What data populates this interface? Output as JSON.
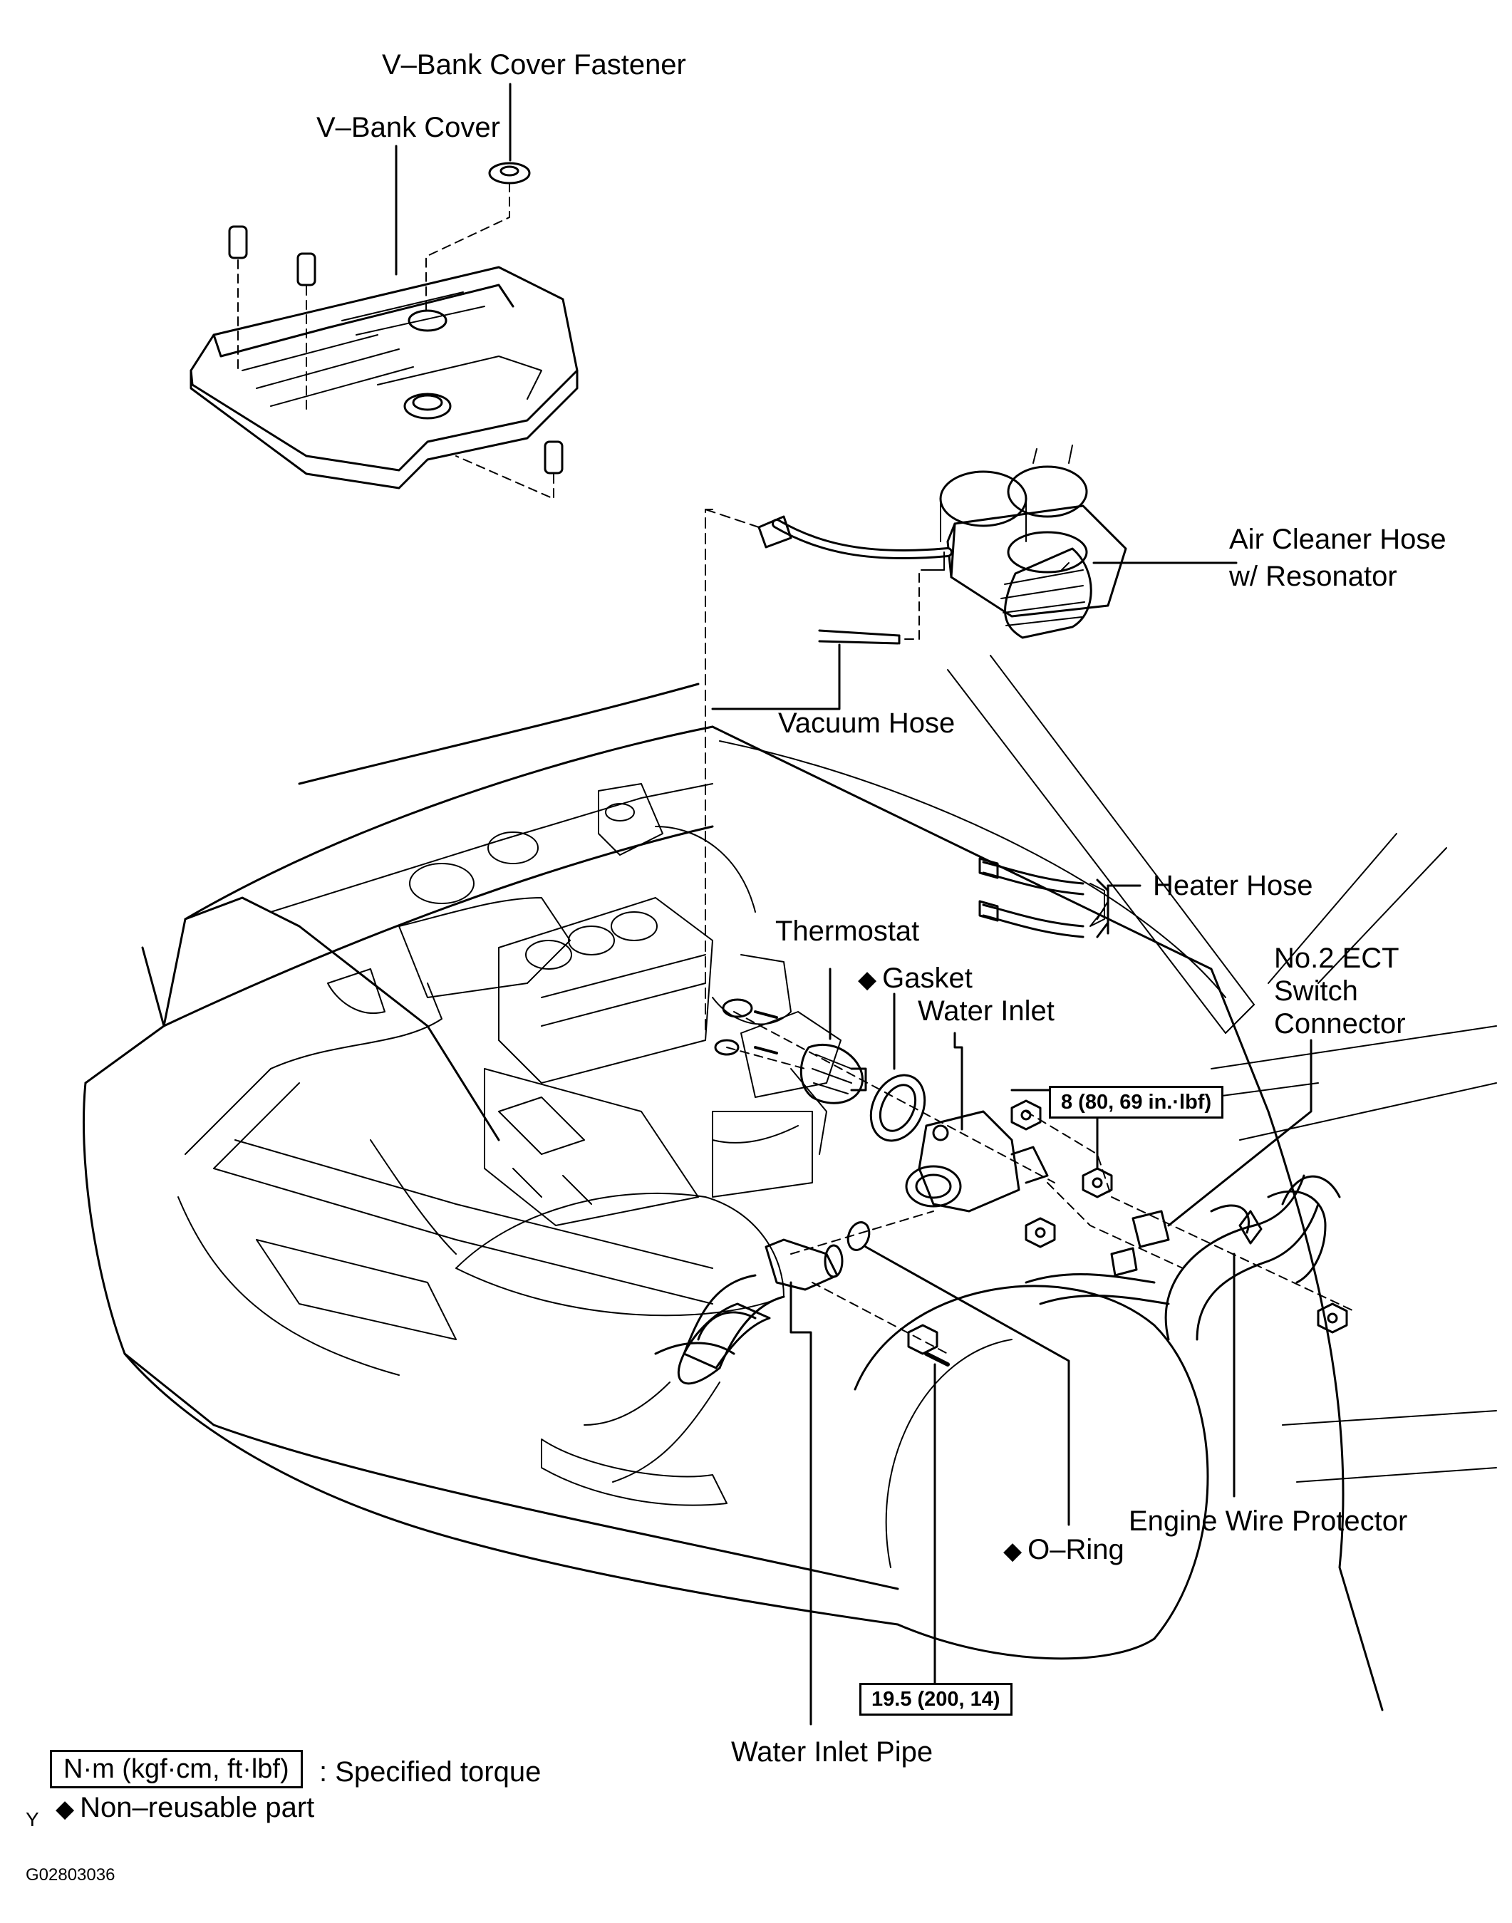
{
  "labels": {
    "vbank_fastener": "V–Bank Cover Fastener",
    "vbank_cover": "V–Bank Cover",
    "air_cleaner_1": "Air  Cleaner  Hose",
    "air_cleaner_2": "w/ Resonator",
    "vacuum_hose": "Vacuum Hose",
    "heater_hose": "Heater Hose",
    "thermostat": "Thermostat",
    "gasket": "Gasket",
    "water_inlet": "Water Inlet",
    "ect_1": "No.2 ECT",
    "ect_2": "Switch",
    "ect_3": "Connector",
    "engine_wire": "Engine Wire Protector",
    "oring": "O–Ring",
    "water_inlet_pipe": "Water Inlet Pipe"
  },
  "torque": {
    "bolt_8": "8 (80, 69 in.·lbf)",
    "bolt_19": "19.5 (200, 14)"
  },
  "legend": {
    "unit_box": "N·m (kgf·cm, ft·lbf)",
    "unit_text": ": Specified torque",
    "nonreusable": "Non–reusable part",
    "diamond": "◆"
  },
  "footer": {
    "corner_mark": "Y",
    "figure_code": "G02803036"
  },
  "colors": {
    "ink": "#000000",
    "paper": "#ffffff"
  }
}
